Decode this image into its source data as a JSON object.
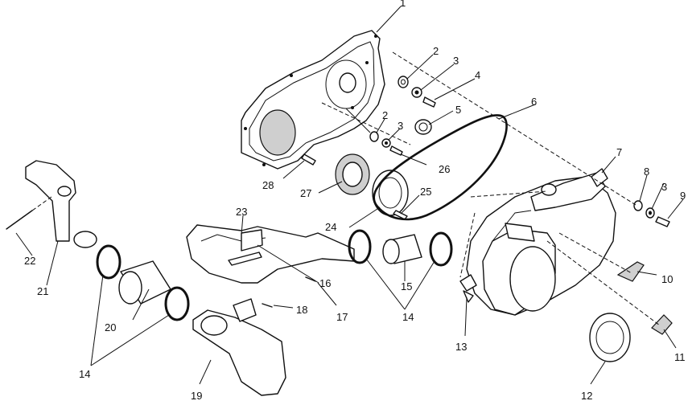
{
  "callouts": {
    "c1": "1",
    "c2a": "2",
    "c3a": "3",
    "c4": "4",
    "c5": "5",
    "c6": "6",
    "c2b": "2",
    "c3b": "3",
    "c26a": "26",
    "c7": "7",
    "c8": "8",
    "c3c": "3",
    "c9": "9",
    "c28": "28",
    "c27": "27",
    "c25": "25",
    "c24": "24",
    "c23": "23",
    "c22": "22",
    "c21": "21",
    "c10": "10",
    "c16": "16",
    "c15": "15",
    "c17": "17",
    "c18": "18",
    "c14a": "14",
    "c20": "20",
    "c14b": "14",
    "c13": "13",
    "c11": "11",
    "c19": "19",
    "c12": "12"
  }
}
